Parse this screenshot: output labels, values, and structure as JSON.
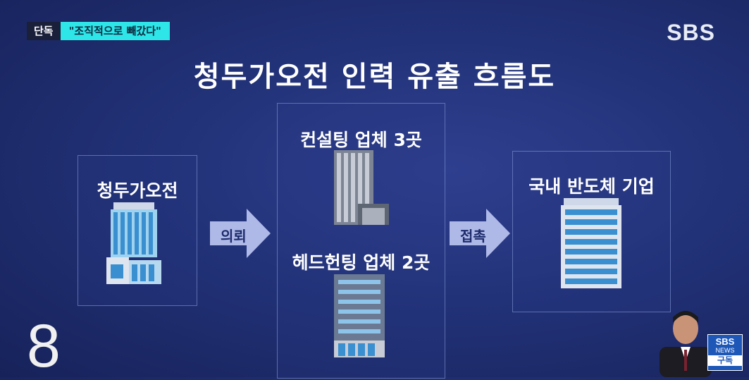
{
  "tag": {
    "exclusive": "단독",
    "quote": "\"조직적으로 빼갔다\""
  },
  "logo": "SBS",
  "title": "청두가오전 인력 유출 흐름도",
  "source": {
    "label": "청두가오전"
  },
  "middle": {
    "consult": "컨설팅 업체 3곳",
    "headhunt": "헤드헌팅 업체 2곳"
  },
  "target": {
    "label": "국내 반도체 기업"
  },
  "arrows": {
    "request": "의뢰",
    "contact": "접촉"
  },
  "corner_number": "8",
  "badge": {
    "sbs": "SBS",
    "news": "NEWS",
    "subscribe": "구독"
  }
}
